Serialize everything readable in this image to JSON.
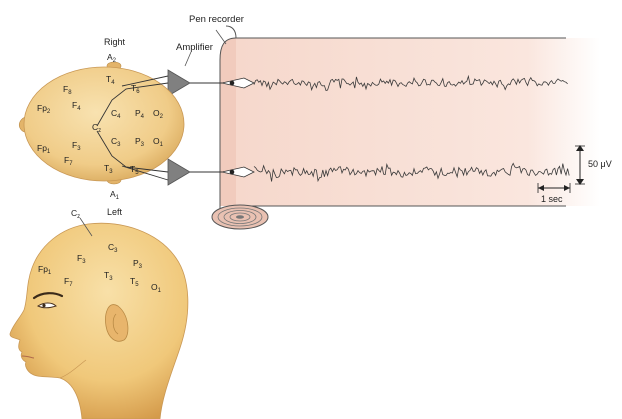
{
  "labels": {
    "pen_recorder": "Pen recorder",
    "amplifier": "Amplifier",
    "right": "Right",
    "left": "Left",
    "scale_voltage": "50 μV",
    "scale_time": "1 sec"
  },
  "top_head_electrodes": [
    {
      "id": "A2",
      "base": "A",
      "sub": "2"
    },
    {
      "id": "F8",
      "base": "F",
      "sub": "8"
    },
    {
      "id": "T4",
      "base": "T",
      "sub": "4"
    },
    {
      "id": "T6",
      "base": "T",
      "sub": "6"
    },
    {
      "id": "Fp2",
      "base": "Fp",
      "sub": "2"
    },
    {
      "id": "F4",
      "base": "F",
      "sub": "4"
    },
    {
      "id": "C4",
      "base": "C",
      "sub": "4"
    },
    {
      "id": "P4",
      "base": "P",
      "sub": "4"
    },
    {
      "id": "O2",
      "base": "O",
      "sub": "2"
    },
    {
      "id": "Cz",
      "base": "C",
      "sub": "z"
    },
    {
      "id": "Fp1",
      "base": "Fp",
      "sub": "1"
    },
    {
      "id": "F3",
      "base": "F",
      "sub": "3"
    },
    {
      "id": "C3",
      "base": "C",
      "sub": "3"
    },
    {
      "id": "P3",
      "base": "P",
      "sub": "3"
    },
    {
      "id": "O1",
      "base": "O",
      "sub": "1"
    },
    {
      "id": "F7",
      "base": "F",
      "sub": "7"
    },
    {
      "id": "T3",
      "base": "T",
      "sub": "3"
    },
    {
      "id": "T5",
      "base": "T",
      "sub": "5"
    },
    {
      "id": "A1",
      "base": "A",
      "sub": "1"
    }
  ],
  "side_head_electrodes": [
    {
      "id": "Cz",
      "base": "C",
      "sub": "z"
    },
    {
      "id": "C3",
      "base": "C",
      "sub": "3"
    },
    {
      "id": "F3",
      "base": "F",
      "sub": "3"
    },
    {
      "id": "P3",
      "base": "P",
      "sub": "3"
    },
    {
      "id": "Fp1",
      "base": "Fp",
      "sub": "1"
    },
    {
      "id": "F7",
      "base": "F",
      "sub": "7"
    },
    {
      "id": "T3",
      "base": "T",
      "sub": "3"
    },
    {
      "id": "T5",
      "base": "T",
      "sub": "5"
    },
    {
      "id": "O1",
      "base": "O",
      "sub": "1"
    }
  ],
  "colors": {
    "skin": "#f2d194",
    "skin_dark": "#d9a95c",
    "paper": "#f9e1d8",
    "amplifier": "#7f7f7f",
    "trace": "#3a3a3a"
  }
}
